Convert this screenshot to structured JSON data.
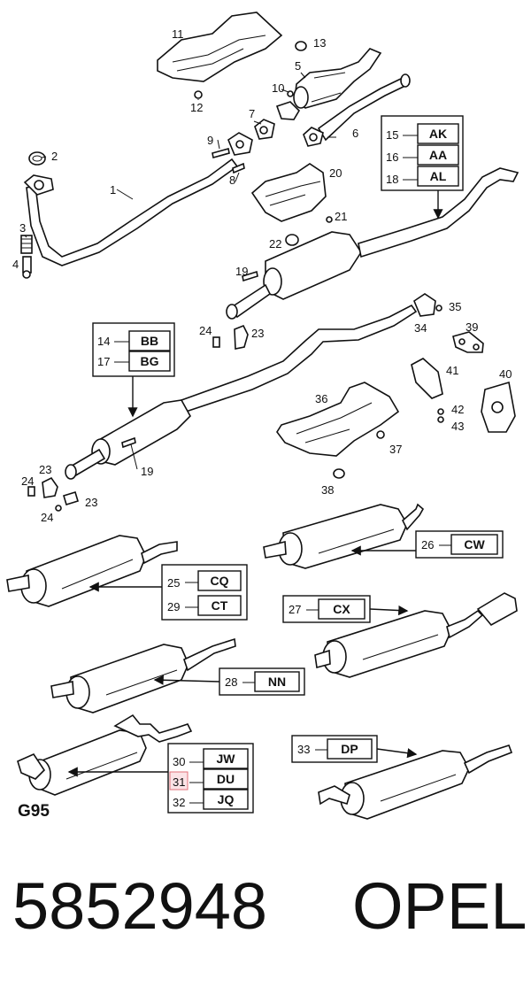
{
  "diagram_code": "G95",
  "part_number": "5852948",
  "brand": "OPEL",
  "callouts": [
    "1",
    "2",
    "3",
    "4",
    "5",
    "6",
    "7",
    "8",
    "9",
    "10",
    "11",
    "12",
    "13",
    "19",
    "20",
    "21",
    "22",
    "23",
    "23",
    "23",
    "24",
    "24",
    "24",
    "34",
    "35",
    "36",
    "37",
    "38",
    "39",
    "40",
    "41",
    "42",
    "43",
    "19"
  ],
  "tables": {
    "t1": {
      "rows": [
        {
          "n": "15",
          "c": "AK"
        },
        {
          "n": "16",
          "c": "AA"
        },
        {
          "n": "18",
          "c": "AL"
        }
      ]
    },
    "t2": {
      "rows": [
        {
          "n": "14",
          "c": "BB"
        },
        {
          "n": "17",
          "c": "BG"
        }
      ]
    },
    "t3": {
      "rows": [
        {
          "n": "25",
          "c": "CQ"
        },
        {
          "n": "29",
          "c": "CT"
        }
      ]
    },
    "t4": {
      "rows": [
        {
          "n": "26",
          "c": "CW"
        }
      ]
    },
    "t5": {
      "rows": [
        {
          "n": "27",
          "c": "CX"
        }
      ]
    },
    "t6": {
      "rows": [
        {
          "n": "28",
          "c": "NN"
        }
      ]
    },
    "t7": {
      "rows": [
        {
          "n": "30",
          "c": "JW"
        },
        {
          "n": "31",
          "c": "DU"
        },
        {
          "n": "32",
          "c": "JQ"
        }
      ]
    },
    "t8": {
      "rows": [
        {
          "n": "33",
          "c": "DP"
        }
      ]
    }
  }
}
